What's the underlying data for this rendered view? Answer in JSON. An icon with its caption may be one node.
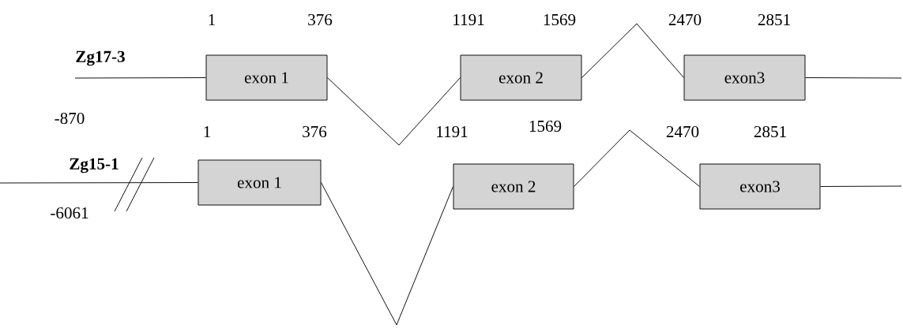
{
  "diagram": {
    "nodes": [
      {
        "text": [
          "exon 1"
        ]
      },
      {
        "text": [
          "exon 2"
        ]
      },
      {
        "text": [
          "exon3"
        ]
      },
      {
        "text": [
          "exon 1"
        ]
      },
      {
        "text": [
          "exon 2"
        ]
      },
      {
        "text": [
          "exon3"
        ]
      }
    ],
    "edges": [
      {
        "from": null,
        "to": 0,
        "arrow": "none"
      },
      {
        "from": 0,
        "to": 1,
        "arrow": "none"
      },
      {
        "from": 1,
        "to": 2,
        "arrow": "none"
      },
      {
        "from": 2,
        "to": null,
        "arrow": "none"
      },
      {
        "from": null,
        "to": 3,
        "arrow": "none"
      },
      {
        "from": 3,
        "to": 4,
        "arrow": "none"
      },
      {
        "from": 4,
        "to": 5,
        "arrow": "none"
      },
      {
        "from": 5,
        "to": null,
        "arrow": "none"
      }
    ],
    "labels": [
      "1",
      "376",
      "1191",
      "1569",
      "2470",
      "2851",
      "Zg17-3",
      "-870",
      "1",
      "376",
      "1191",
      "1569",
      "2470",
      "2851",
      "Zg15-1",
      "-6061"
    ]
  }
}
